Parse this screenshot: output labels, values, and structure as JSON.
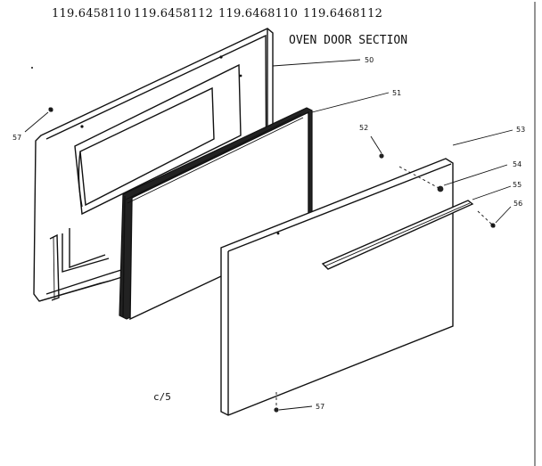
{
  "header": {
    "model_numbers": [
      "119.6458110",
      "119.6458112",
      "119.6468110",
      "119.6468112"
    ],
    "section_title": "OVEN DOOR SECTION"
  },
  "callouts": [
    "50",
    "51",
    "52",
    "53",
    "54",
    "55",
    "56",
    "57",
    "57"
  ],
  "footer": {
    "page_code": "c/5"
  }
}
